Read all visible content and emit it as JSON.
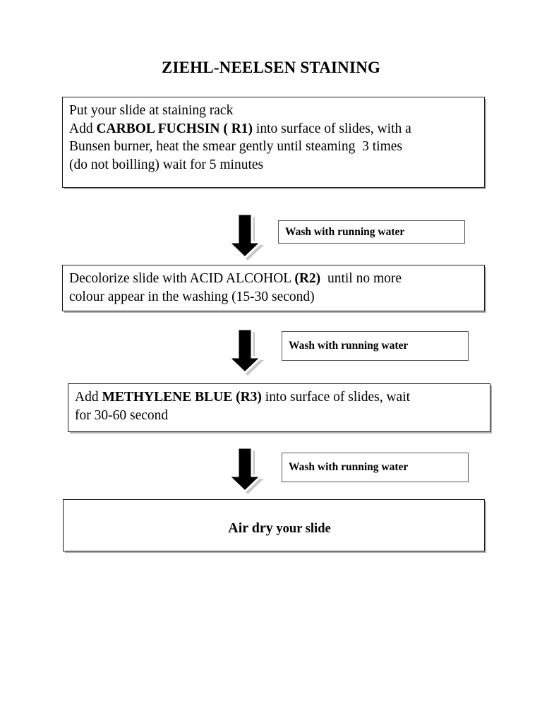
{
  "title": "ZIEHL-NEELSEN STAINING",
  "steps": [
    {
      "id": "step-1",
      "segments": [
        {
          "text": "Put your slide at staining rack\nAdd ",
          "bold": false
        },
        {
          "text": "CARBOL FUCHSIN ( R1)",
          "bold": true
        },
        {
          "text": " into surface of slides, with a\nBunsen burner, heat the smear gently until steaming  3 times\n(do not boilling) wait for 5 minutes",
          "bold": false
        }
      ]
    },
    {
      "id": "step-2",
      "segments": [
        {
          "text": "Decolorize slide with ACID ALCOHOL ",
          "bold": false
        },
        {
          "text": "(R2)",
          "bold": true
        },
        {
          "text": "  until no more\ncolour appear in the washing (15-30 second)",
          "bold": false
        }
      ]
    },
    {
      "id": "step-3",
      "segments": [
        {
          "text": "Add ",
          "bold": false
        },
        {
          "text": "METHYLENE BLUE (R3)",
          "bold": true
        },
        {
          "text": " into surface of slides, wait\nfor 30-60 second",
          "bold": false
        }
      ]
    }
  ],
  "final_step": {
    "primary": "Air dry",
    "secondary": " your slide"
  },
  "wash_labels": [
    "Wash with running water",
    "Wash with running water",
    "Wash with running water"
  ],
  "arrows": [
    {
      "name": "down-arrow-1",
      "direction": "down"
    },
    {
      "name": "down-arrow-2",
      "direction": "down"
    },
    {
      "name": "down-arrow-3",
      "direction": "down"
    }
  ],
  "colors": {
    "page_background": "#ffffff",
    "text": "#000000",
    "box_border": "#1a1a1a",
    "wash_box_border": "#555555",
    "box_shadow": "#b0b0b0",
    "arrow_fill": "#000000",
    "arrow_outline": "#ffffff",
    "arrow_shadow": "#c9c9c9"
  }
}
